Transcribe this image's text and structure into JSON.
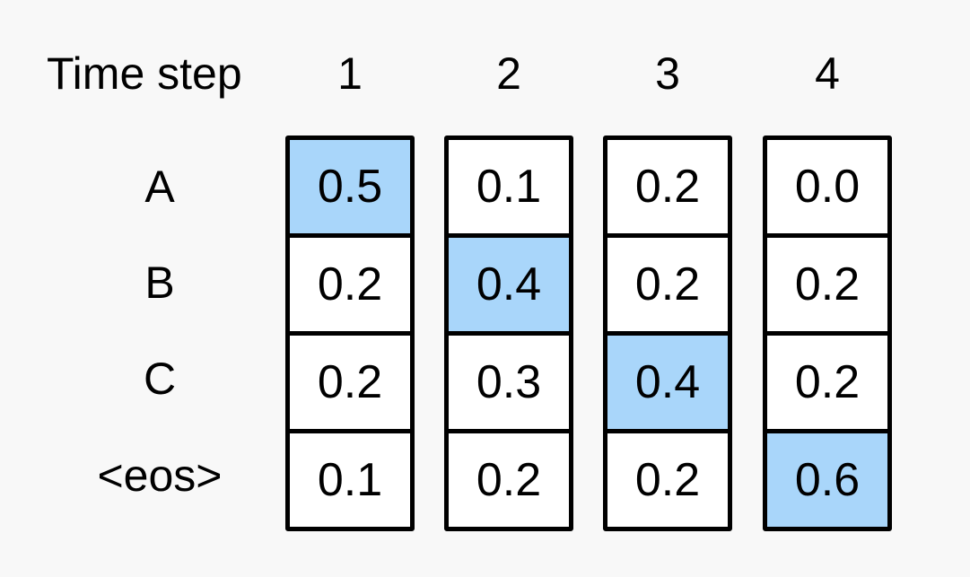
{
  "header_label": "Time step",
  "time_steps": [
    "1",
    "2",
    "3",
    "4"
  ],
  "row_labels": [
    "A",
    "B",
    "C",
    "<eos>"
  ],
  "columns": [
    {
      "values": [
        "0.5",
        "0.2",
        "0.2",
        "0.1"
      ],
      "selected_index": 0
    },
    {
      "values": [
        "0.1",
        "0.4",
        "0.3",
        "0.2"
      ],
      "selected_index": 1
    },
    {
      "values": [
        "0.2",
        "0.2",
        "0.4",
        "0.2"
      ],
      "selected_index": 2
    },
    {
      "values": [
        "0.0",
        "0.2",
        "0.2",
        "0.6"
      ],
      "selected_index": 3
    }
  ],
  "colors": {
    "selected": "#a9d6fa",
    "background": "#f8f8f8"
  }
}
